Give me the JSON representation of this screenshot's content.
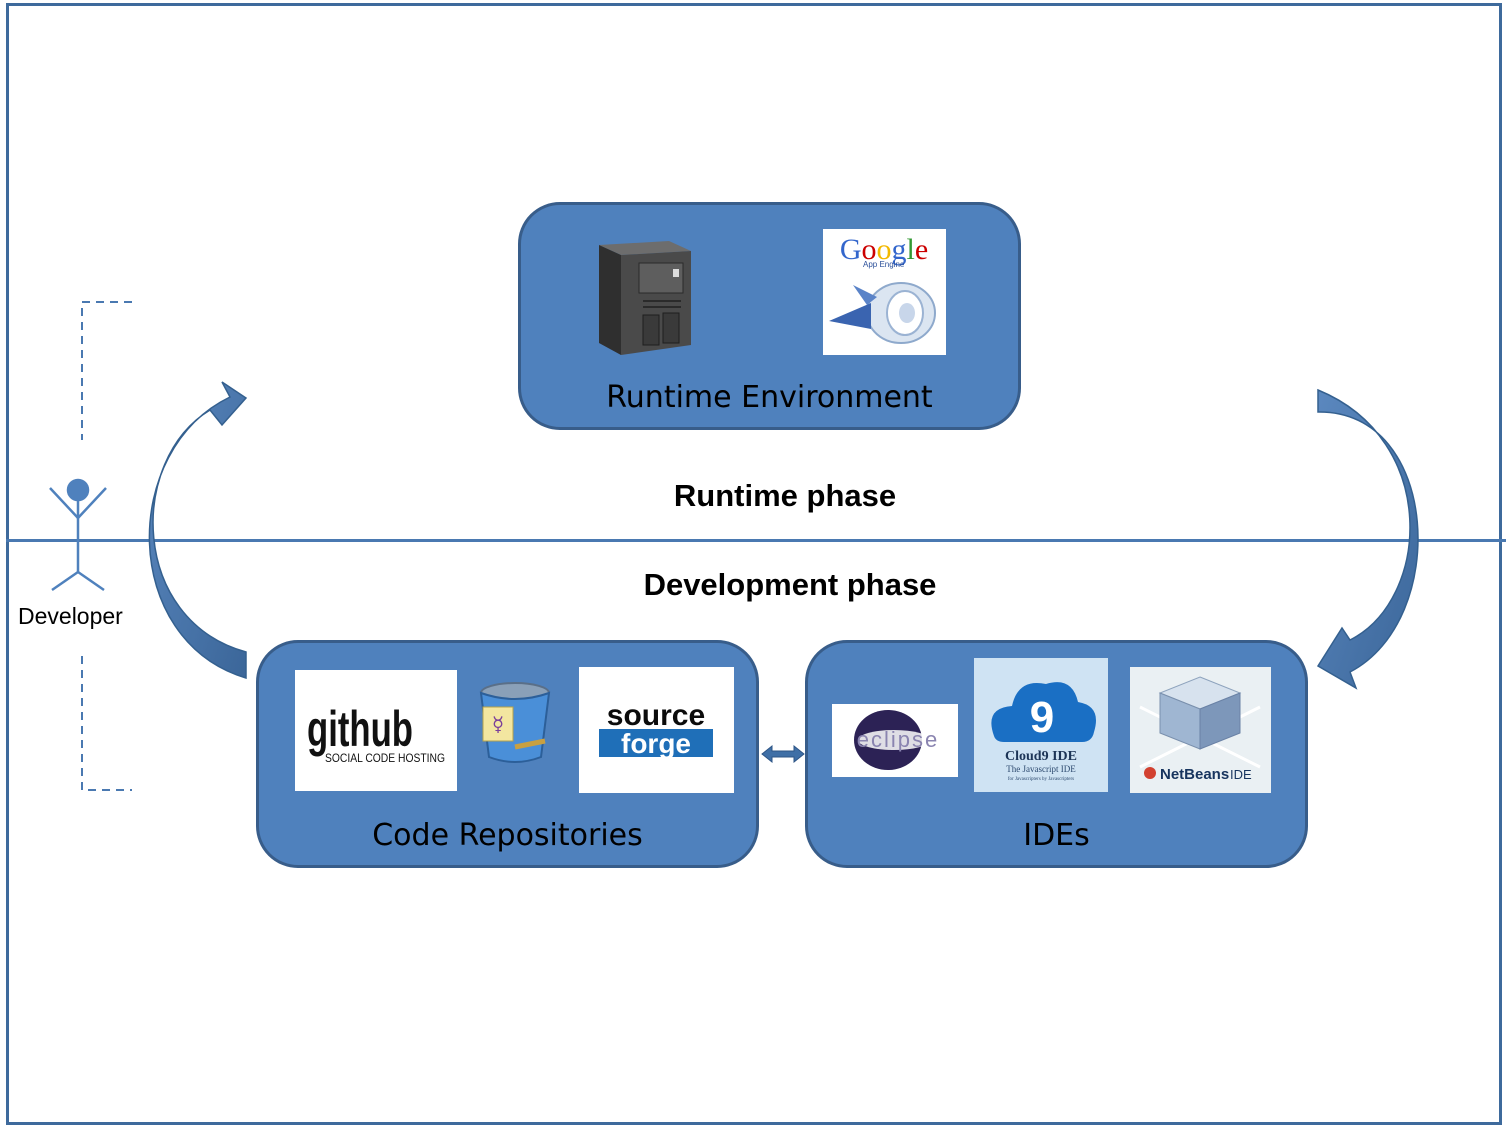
{
  "phases": {
    "runtime": "Runtime phase",
    "development": "Development phase"
  },
  "actor": {
    "label": "Developer"
  },
  "boxes": {
    "runtime": {
      "title": "Runtime Environment"
    },
    "repositories": {
      "title": "Code Repositories"
    },
    "ides": {
      "title": "IDEs"
    }
  },
  "logos": {
    "google": {
      "wordmark": "Google",
      "sub": "App Engine"
    },
    "github": {
      "wordmark": "github",
      "sub": "SOCIAL CODE HOSTING"
    },
    "sourceforge": {
      "top": "source",
      "bottom": "forge"
    },
    "eclipse": {
      "wordmark": "eclipse"
    },
    "cloud9": {
      "digit": "9",
      "name": "Cloud9 IDE",
      "tagline": "The Javascript IDE",
      "sub": "for Javascripters by Javascripters"
    },
    "netbeans": {
      "name": "NetBeans",
      "suffix": "IDE"
    }
  },
  "colors": {
    "box_fill": "#4f81bd",
    "box_border": "#385d8a",
    "arrow": "#4a76ac",
    "frame": "#3e6a9c"
  }
}
